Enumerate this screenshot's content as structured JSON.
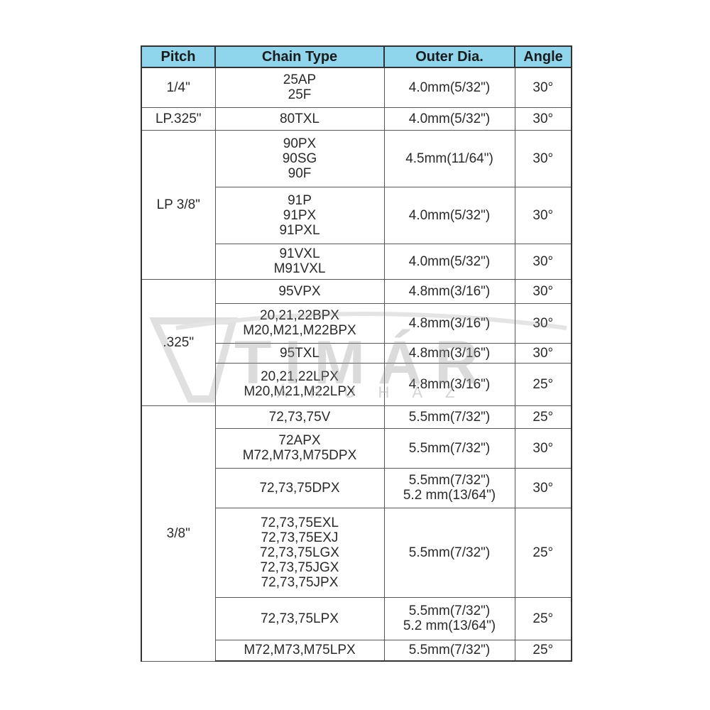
{
  "headers": {
    "pitch": "Pitch",
    "chain_type": "Chain Type",
    "outer_dia": "Outer Dia.",
    "angle": "Angle"
  },
  "groups": [
    {
      "pitch": "1/4\"",
      "rows": [
        {
          "chain": [
            "25AP",
            "25F"
          ],
          "dia": [
            "4.0mm(5/32\")"
          ],
          "angle": "30°",
          "h": 56
        }
      ]
    },
    {
      "pitch": "LP.325\"",
      "rows": [
        {
          "chain": [
            "80TXL"
          ],
          "dia": [
            "4.0mm(5/32\")"
          ],
          "angle": "30°",
          "h": 32
        }
      ]
    },
    {
      "pitch": "LP 3/8\"",
      "rows": [
        {
          "chain": [
            "90PX",
            "90SG",
            "90F"
          ],
          "dia": [
            "4.5mm(11/64\")"
          ],
          "angle": "30°",
          "h": 80
        },
        {
          "chain": [
            "91P",
            "91PX",
            "91PXL"
          ],
          "dia": [
            "4.0mm(5/32\")"
          ],
          "angle": "30°",
          "h": 80
        },
        {
          "chain": [
            "91VXL",
            "M91VXL"
          ],
          "dia": [
            "4.0mm(5/32\")"
          ],
          "angle": "30°",
          "h": 50
        }
      ]
    },
    {
      "pitch": ".325\"",
      "rows": [
        {
          "chain": [
            "95VPX"
          ],
          "dia": [
            "4.8mm(3/16\")"
          ],
          "angle": "30°",
          "h": 34
        },
        {
          "chain": [
            "20,21,22BPX",
            "M20,M21,M22BPX"
          ],
          "dia": [
            "4.8mm(3/16\")"
          ],
          "angle": "30°",
          "h": 56
        },
        {
          "chain": [
            "95TXL"
          ],
          "dia": [
            "4.8mm(3/16\")"
          ],
          "angle": "30°",
          "h": 28
        },
        {
          "chain": [
            "20,21,22LPX",
            "M20,M21,M22LPX"
          ],
          "dia": [
            "4.8mm(3/16\")"
          ],
          "angle": "25°",
          "h": 60
        }
      ]
    },
    {
      "pitch": "3/8\"",
      "rows": [
        {
          "chain": [
            "72,73,75V"
          ],
          "dia": [
            "5.5mm(7/32\")"
          ],
          "angle": "25°",
          "h": 32
        },
        {
          "chain": [
            "72APX",
            "M72,M73,M75DPX"
          ],
          "dia": [
            "5.5mm(7/32\")"
          ],
          "angle": "30°",
          "h": 56
        },
        {
          "chain": [
            "72,73,75DPX"
          ],
          "dia": [
            "5.5mm(7/32\")",
            "5.2 mm(13/64\")"
          ],
          "angle": "30°",
          "h": 56
        },
        {
          "chain": [
            "72,73,75EXL",
            "72,73,75EXJ",
            "72,73,75LGX",
            "72,73,75JGX",
            "72,73,75JPX"
          ],
          "dia": [
            "5.5mm(7/32\")"
          ],
          "angle": "25°",
          "h": 126
        },
        {
          "chain": [
            "72,73,75LPX"
          ],
          "dia": [
            "5.5mm(7/32\")",
            "5.2 mm(13/64\")"
          ],
          "angle": "25°",
          "h": 60
        },
        {
          "chain": [
            "M72,M73,M75LPX"
          ],
          "dia": [
            "5.5mm(7/32\")"
          ],
          "angle": "25°",
          "h": 30
        }
      ]
    }
  ],
  "watermark": {
    "brand": "TIMÁR",
    "sub": "ÁRUHÁZ"
  }
}
